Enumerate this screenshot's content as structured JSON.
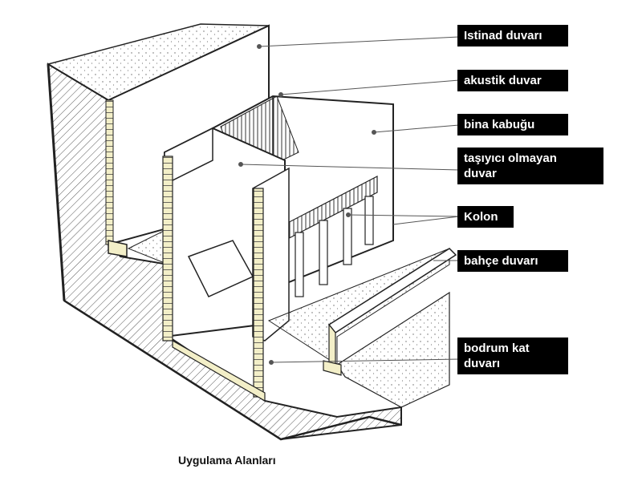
{
  "labels": [
    "Istinad duvarı",
    "akustik duvar",
    "bina kabuğu",
    "taşıyıcı olmayan\nduvar",
    "Kolon",
    "bahçe duvarı",
    "bodrum kat\nduvarı"
  ],
  "caption": "Uygulama Alanları",
  "colors": {
    "label_bg": "#000000",
    "label_text": "#ffffff",
    "line": "#222222",
    "brick": "#f3efc8",
    "leader": "#555555"
  }
}
